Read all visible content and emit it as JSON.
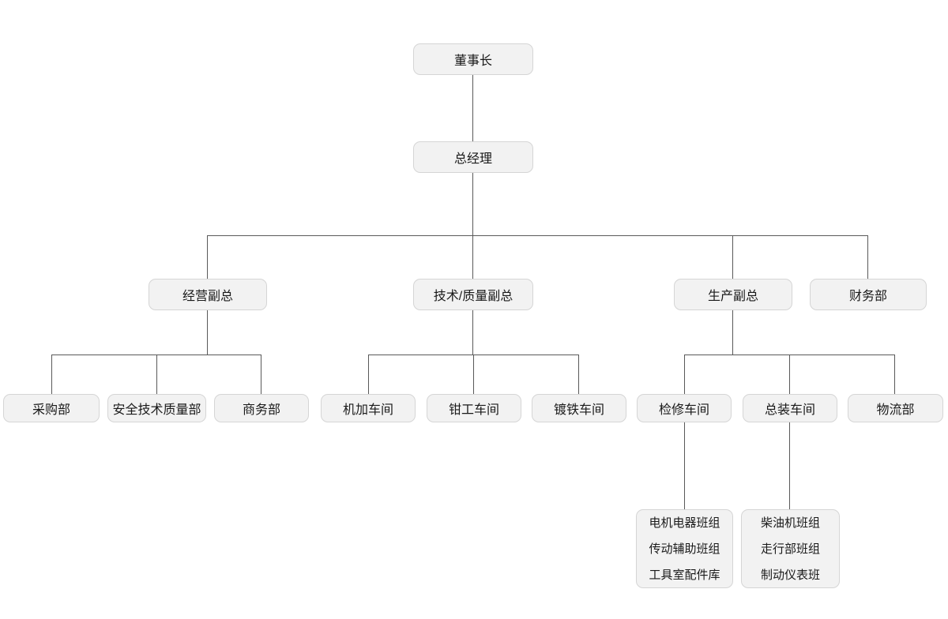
{
  "diagram": {
    "type": "org-chart",
    "colors": {
      "background": "#ffffff",
      "node_fill": "#f2f2f2",
      "node_border": "#d5d5d5",
      "connector_line": "#595959",
      "text": "#1a1a1a"
    },
    "nodes": {
      "chairman": {
        "label": "董事长"
      },
      "general_manager": {
        "label": "总经理"
      },
      "operations_vp": {
        "label": "经营副总"
      },
      "tech_quality_vp": {
        "label": "技术/质量副总"
      },
      "production_vp": {
        "label": "生产副总"
      },
      "finance_dept": {
        "label": "财务部"
      },
      "purchasing_dept": {
        "label": "采购部"
      },
      "safety_tech_quality_dept": {
        "label": "安全技术质量部"
      },
      "commerce_dept": {
        "label": "商务部"
      },
      "machining_workshop": {
        "label": "机加车间"
      },
      "fitter_workshop": {
        "label": "钳工车间"
      },
      "plating_workshop": {
        "label": "镀铁车间"
      },
      "maintenance_workshop": {
        "label": "检修车间"
      },
      "assembly_workshop": {
        "label": "总装车间"
      },
      "logistics_dept": {
        "label": "物流部"
      },
      "maintenance_teams": {
        "lines": [
          "电机电器班组",
          "传动辅助班组",
          "工具室配件库"
        ]
      },
      "assembly_teams": {
        "lines": [
          "柴油机班组",
          "走行部班组",
          "制动仪表班"
        ]
      }
    },
    "hierarchy": [
      {
        "parent": "董事长",
        "children": [
          "总经理"
        ]
      },
      {
        "parent": "总经理",
        "children": [
          "经营副总",
          "技术/质量副总",
          "生产副总",
          "财务部"
        ]
      },
      {
        "parent": "经营副总",
        "children": [
          "采购部",
          "安全技术质量部",
          "商务部"
        ]
      },
      {
        "parent": "技术/质量副总",
        "children": [
          "机加车间",
          "钳工车间",
          "镀铁车间"
        ]
      },
      {
        "parent": "生产副总",
        "children": [
          "检修车间",
          "总装车间",
          "物流部"
        ]
      },
      {
        "parent": "检修车间",
        "children": [
          "电机电器班组",
          "传动辅助班组",
          "工具室配件库"
        ]
      },
      {
        "parent": "总装车间",
        "children": [
          "柴油机班组",
          "走行部班组",
          "制动仪表班"
        ]
      }
    ]
  }
}
